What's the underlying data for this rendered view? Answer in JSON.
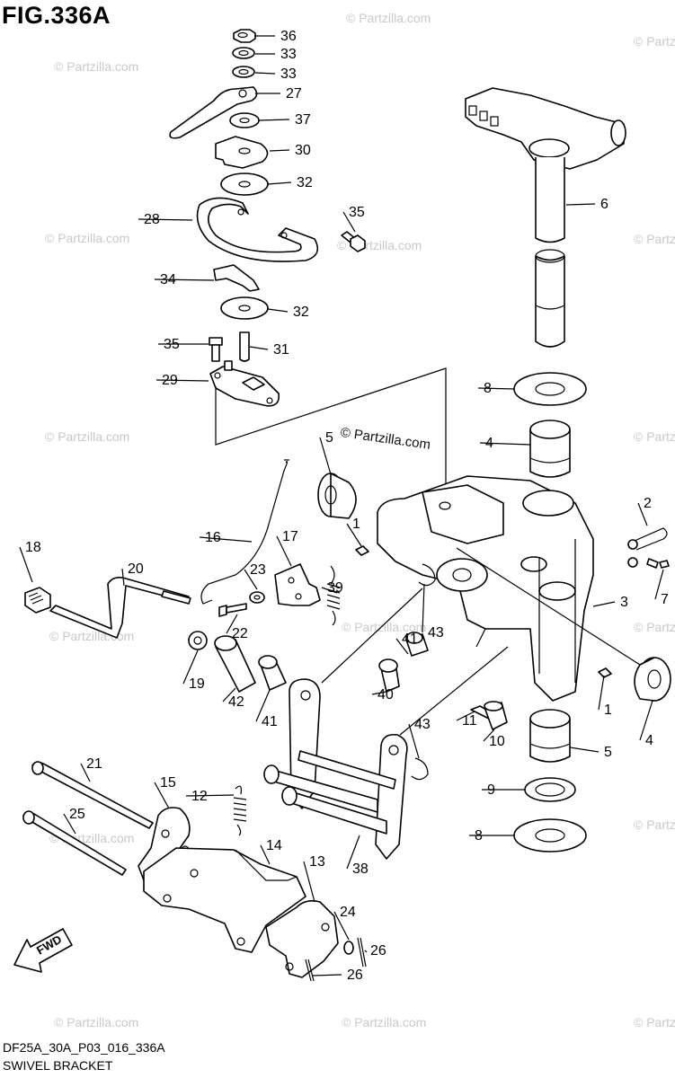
{
  "figure": {
    "title": "FIG.336A",
    "code": "DF25A_30A_P03_016_336A",
    "name": "SWIVEL BRACKET",
    "watermark": "© Partzilla.com",
    "fwd_label": "FWD"
  },
  "callouts": [
    "36",
    "33",
    "33",
    "27",
    "37",
    "30",
    "32",
    "28",
    "35",
    "34",
    "32",
    "35",
    "31",
    "29",
    "6",
    "8",
    "4",
    "5",
    "2",
    "16",
    "17",
    "18",
    "20",
    "23",
    "39",
    "1",
    "3",
    "7",
    "22",
    "43",
    "41",
    "19",
    "42",
    "41",
    "40",
    "11",
    "10",
    "1",
    "4",
    "5",
    "43",
    "21",
    "15",
    "12",
    "14",
    "9",
    "25",
    "38",
    "8",
    "13",
    "24",
    "26",
    "26"
  ]
}
